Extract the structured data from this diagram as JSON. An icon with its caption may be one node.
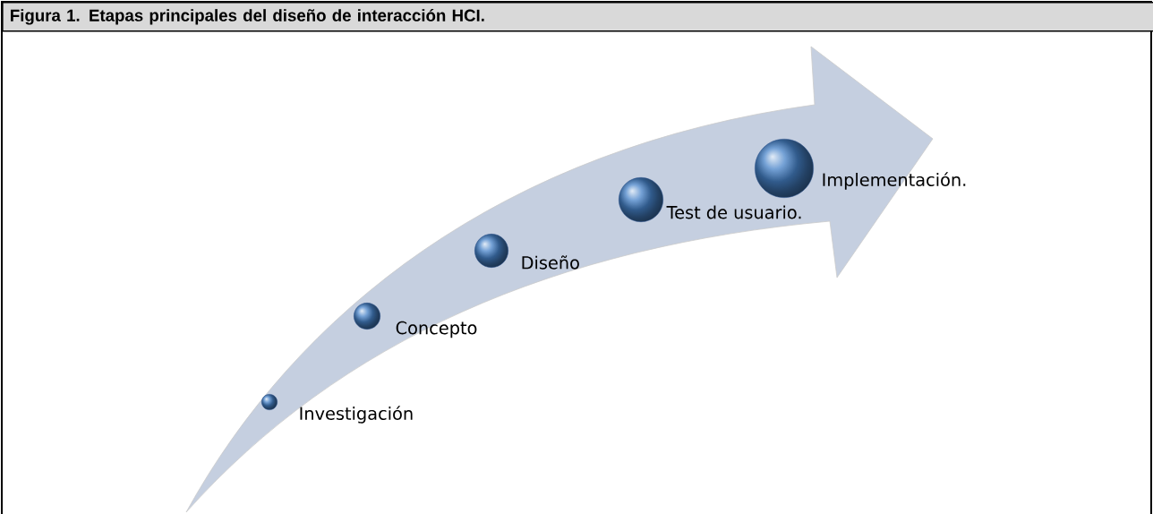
{
  "diagram": {
    "title": "Figura 1. Etapas principales del diseño de interacción HCI.",
    "nodes": [
      {
        "text": [],
        "shape": "circle",
        "beside": [
          "Investigación"
        ]
      },
      {
        "text": [],
        "shape": "circle",
        "beside": [
          "Concepto"
        ]
      },
      {
        "text": [],
        "shape": "circle",
        "beside": [
          "Diseño"
        ]
      },
      {
        "text": [],
        "shape": "circle",
        "beside": [
          "Test de usuario."
        ]
      },
      {
        "text": [],
        "shape": "circle",
        "beside": [
          "Implementación."
        ]
      }
    ]
  }
}
